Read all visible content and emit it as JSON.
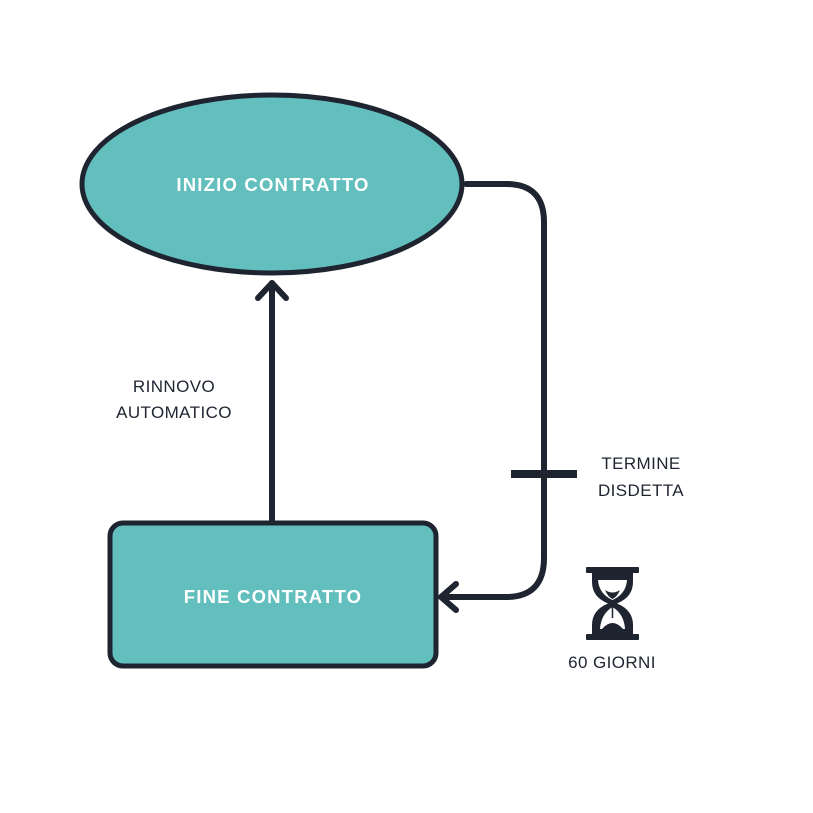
{
  "colors": {
    "node_fill": "#63bfbe",
    "stroke": "#1e2430",
    "node_text": "#ffffff",
    "label_text": "#1e2430",
    "background": "#ffffff"
  },
  "nodes": {
    "start": {
      "label": "INIZIO CONTRATTO",
      "shape": "ellipse"
    },
    "end": {
      "label": "FINE CONTRATTO",
      "shape": "rounded-rectangle"
    }
  },
  "edges": {
    "renewal": {
      "from": "FINE CONTRATTO",
      "to": "INIZIO CONTRATTO",
      "label_line1": "RINNOVO",
      "label_line2": "AUTOMATICO"
    },
    "cancellation": {
      "from": "INIZIO CONTRATTO",
      "to": "FINE CONTRATTO",
      "label_line1": "TERMINE",
      "label_line2": "DISDETTA"
    }
  },
  "timer": {
    "icon": "hourglass-icon",
    "label": "60 GIORNI"
  }
}
